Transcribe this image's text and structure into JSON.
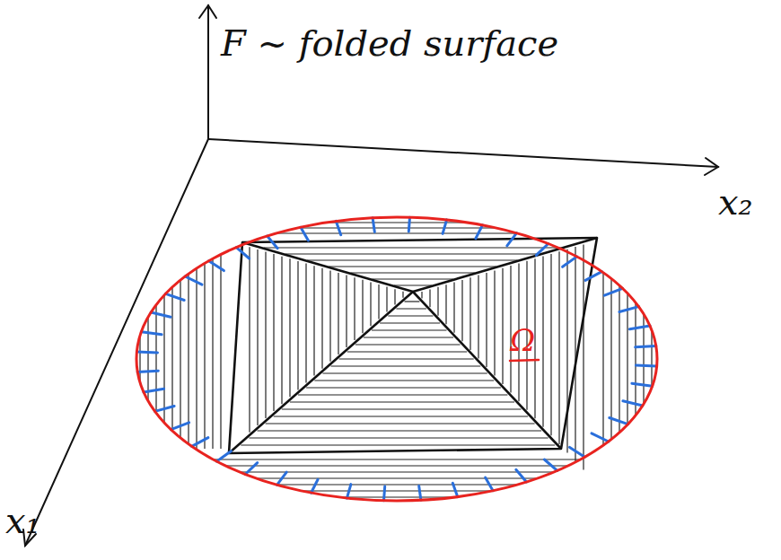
{
  "diagram": {
    "labels": [
      "F ~ folded surface",
      "x₂",
      "x₁",
      "Ω"
    ]
  }
}
